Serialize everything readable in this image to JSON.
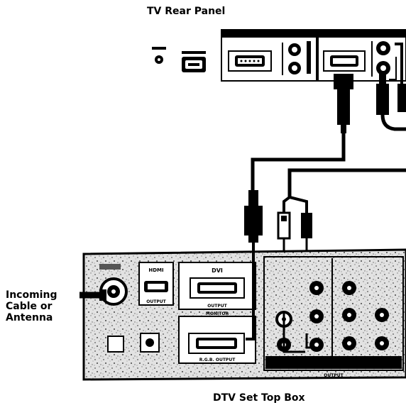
{
  "title": "TV Rear Panel",
  "subtitle": "DTV Set Top Box",
  "side_label": {
    "line1": "Incoming",
    "line2": "Cable or",
    "line3": "Antenna"
  },
  "stb_labels": {
    "hdmi": "HDMI",
    "dvi": "DVI",
    "output_hdmi": "OUTPUT",
    "output_dvi": "OUTPUT",
    "monitor": "MONITOR",
    "rgb_output": "R.G.B. OUTPUT",
    "output_main": "OUTPUT"
  },
  "colors": {
    "ink": "#000000",
    "paper": "#ffffff",
    "panel_fill": "#d6d6d6"
  }
}
